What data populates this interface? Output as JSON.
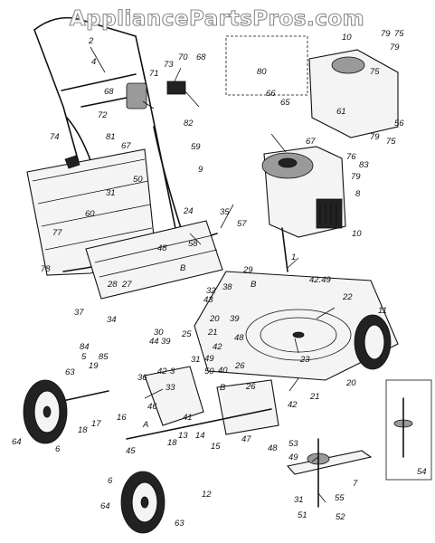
{
  "watermark": "AppliancePartsPros.com",
  "part_labels": [
    "10",
    "79",
    "75",
    "2",
    "70",
    "68",
    "71",
    "73",
    "80",
    "4",
    "79",
    "68",
    "72",
    "75",
    "61",
    "82",
    "66",
    "65",
    "56",
    "74",
    "81",
    "67",
    "67",
    "79",
    "75",
    "59",
    "76",
    "83",
    "79",
    "9",
    "8",
    "50",
    "10",
    "31",
    "60",
    "77",
    "35",
    "24",
    "57",
    "48",
    "58",
    "B",
    "1",
    "78",
    "29",
    "42.49",
    "28",
    "27",
    "B",
    "37",
    "32",
    "38",
    "22",
    "11",
    "43",
    "34",
    "20",
    "39",
    "30",
    "44",
    "39",
    "21",
    "84",
    "5",
    "85",
    "25",
    "42",
    "48",
    "19",
    "42",
    "40",
    "26",
    "49",
    "31",
    "50",
    "3",
    "36",
    "23",
    "20",
    "63",
    "16",
    "33",
    "B",
    "26",
    "21",
    "17",
    "18",
    "46",
    "41",
    "14",
    "42",
    "A",
    "47",
    "15",
    "48",
    "64",
    "6",
    "45",
    "18",
    "13",
    "53",
    "7",
    "49",
    "6",
    "12",
    "31",
    "55",
    "64",
    "63",
    "51",
    "52",
    "54"
  ],
  "colors": {
    "line": "#111111",
    "watermark_fill": "#ffffff",
    "watermark_stroke": "#8a8a8a",
    "background": "#ffffff"
  }
}
